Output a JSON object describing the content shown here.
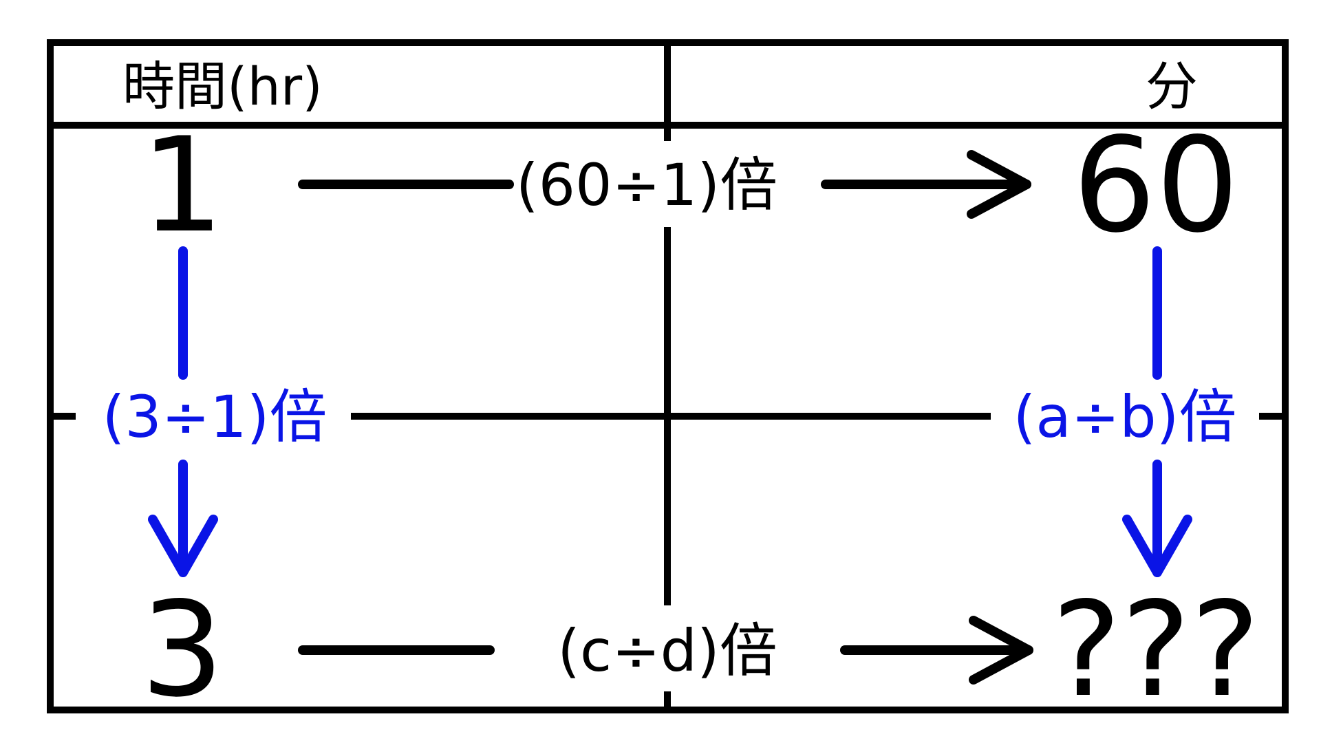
{
  "header": {
    "left": "時間(hr)",
    "right": "分"
  },
  "values": {
    "top_left": "1",
    "top_right": "60",
    "bottom_left": "3",
    "bottom_right": "???"
  },
  "arrows": {
    "top": "(60÷1)倍",
    "left": "(3÷1)倍",
    "right": "(a÷b)倍",
    "bottom": "(c÷d)倍"
  },
  "colors": {
    "black": "#000000",
    "blue": "#0a14e6",
    "background": "#ffffff"
  }
}
